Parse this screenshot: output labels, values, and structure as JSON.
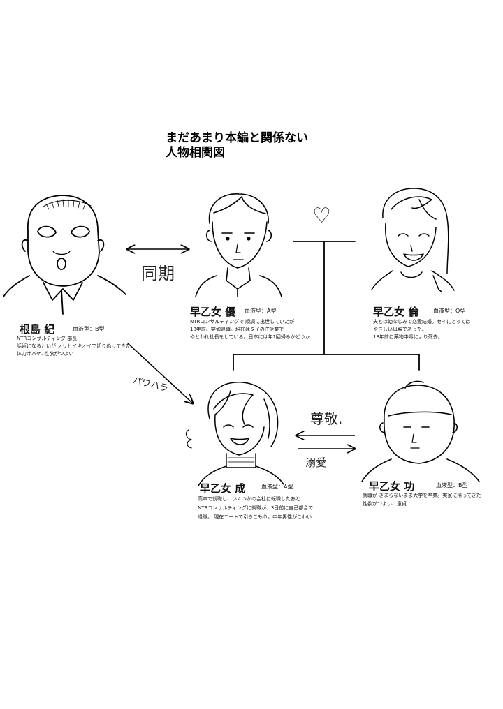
{
  "title": {
    "line1": "まだあまり本編と関係ない",
    "line2": "人物相関図"
  },
  "relations": {
    "douki": "同期",
    "heart": "♡",
    "pawahara": "パワハラ",
    "sonkei": "尊敬.",
    "dekiai": "溺愛"
  },
  "characters": {
    "nejima": {
      "name": "根島 紀",
      "blood": "血液型：B型",
      "lines": [
        "NTRコンサルティング 部長.",
        "話術になるといが ノリとイキオイで切りぬけてきた",
        "体力オバケ. 性欲がつよい"
      ]
    },
    "yu": {
      "name": "早乙女 優",
      "blood": "血液型：A型",
      "lines": [
        "NTRコンサルティングで 順調に出世していたが",
        "18年前、突如退職。現在はタイのIT企業で",
        "やとわれ社長をしている。日本には年1回帰るかどうか"
      ]
    },
    "rin": {
      "name": "早乙女 倫",
      "blood": "血液型：O型",
      "lines": [
        "夫とは幼なじみで恋愛結婚。セイにとっては",
        "やさしい母親であった。",
        "18年前に薬物中毒により死去。"
      ]
    },
    "sei": {
      "name": "早乙女 成",
      "blood": "血液型：A型",
      "lines": [
        "高卒で就職し、いくつかの会社に転職したあと",
        "NTRコンサルティングに就職が、3日前に自己都合で",
        "退職。 現在ニートで引きこもり。中年男性がこわい"
      ]
    },
    "isao": {
      "name": "早乙女 功",
      "blood": "血液型：B型",
      "lines": [
        "就職が きまらないまま大学を卒業。実家に帰ってきた",
        "性欲がつよい、童貞"
      ]
    }
  }
}
